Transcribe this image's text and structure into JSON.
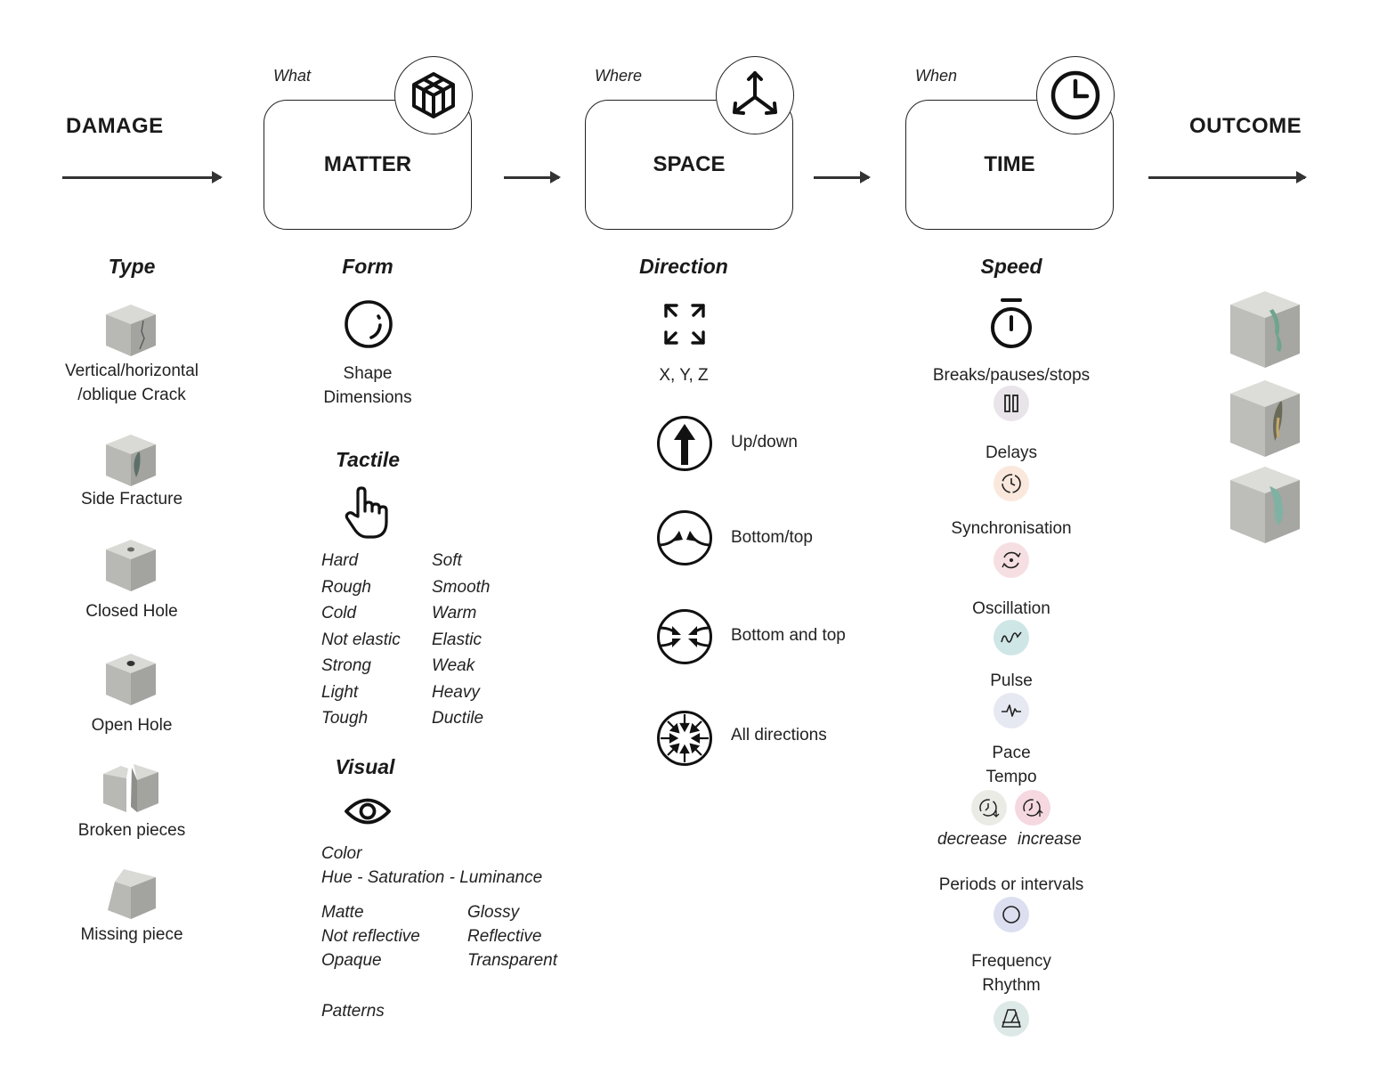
{
  "header": {
    "damage": "DAMAGE",
    "outcome": "OUTCOME",
    "matter": {
      "tag": "What",
      "label": "MATTER",
      "icon": "cube-outline-icon"
    },
    "space": {
      "tag": "Where",
      "label": "SPACE",
      "icon": "three-axes-icon"
    },
    "time": {
      "tag": "When",
      "label": "TIME",
      "icon": "clock-icon"
    }
  },
  "type": {
    "title": "Type",
    "items": [
      {
        "label": "Vertical/horizontal\n/oblique Crack",
        "icon": "cracked-cube-icon"
      },
      {
        "label": "Side Fracture",
        "icon": "side-fracture-cube-icon"
      },
      {
        "label": "Closed Hole",
        "icon": "closed-hole-cube-icon"
      },
      {
        "label": "Open Hole",
        "icon": "open-hole-cube-icon"
      },
      {
        "label": "Broken pieces",
        "icon": "broken-cube-icon"
      },
      {
        "label": "Missing piece",
        "icon": "missing-piece-cube-icon"
      }
    ]
  },
  "form": {
    "title": "Form",
    "label": "Shape\nDimensions",
    "icon": "circle-shape-icon"
  },
  "tactile": {
    "title": "Tactile",
    "icon": "pointing-hand-icon",
    "left": [
      "Hard",
      "Rough",
      "Cold",
      "Not elastic",
      "Strong",
      "Light",
      "Tough"
    ],
    "right": [
      "Soft",
      "Smooth",
      "Warm",
      "Elastic",
      "Weak",
      "Heavy",
      "Ductile"
    ]
  },
  "visual": {
    "title": "Visual",
    "icon": "eye-icon",
    "color_label": "Color",
    "hsl_label": "Hue - Saturation - Luminance",
    "left": [
      "Matte",
      "Not reflective",
      "Opaque"
    ],
    "right": [
      "Glossy",
      "Reflective",
      "Transparent"
    ],
    "patterns": "Patterns"
  },
  "direction": {
    "title": "Direction",
    "xyz_label": "X, Y, Z",
    "xyz_icon": "expand-arrows-icon",
    "items": [
      {
        "label": "Up/down",
        "icon": "up-arrow-circle-icon"
      },
      {
        "label": "Bottom/top",
        "icon": "bottom-top-circle-icon"
      },
      {
        "label": "Bottom and top",
        "icon": "bottom-and-top-circle-icon"
      },
      {
        "label": "All directions",
        "icon": "all-directions-circle-icon"
      }
    ]
  },
  "speed": {
    "title": "Speed",
    "icon": "stopwatch-icon",
    "breaks": "Breaks/pauses/stops",
    "delays": "Delays",
    "sync": "Synchronisation",
    "oscillation": "Oscillation",
    "pulse": "Pulse",
    "pace": "Pace\nTempo",
    "decrease": "decrease",
    "increase": "increase",
    "periods": "Periods or intervals",
    "frequency": "Frequency\nRhythm",
    "colors": {
      "breaks": "#e9e4ea",
      "delays": "#fbe8dc",
      "sync": "#f6dfe2",
      "oscillation": "#cfe6e6",
      "pulse": "#e6e8f2",
      "decrease": "#ebebe6",
      "increase": "#f5d8e0",
      "periods": "#dcdff0",
      "frequency": "#dde9e6"
    }
  },
  "outcome": {
    "items": [
      {
        "icon": "repaired-cube-green-crack-icon"
      },
      {
        "icon": "repaired-cube-fracture-icon"
      },
      {
        "icon": "repaired-cube-teal-fill-icon"
      }
    ]
  }
}
